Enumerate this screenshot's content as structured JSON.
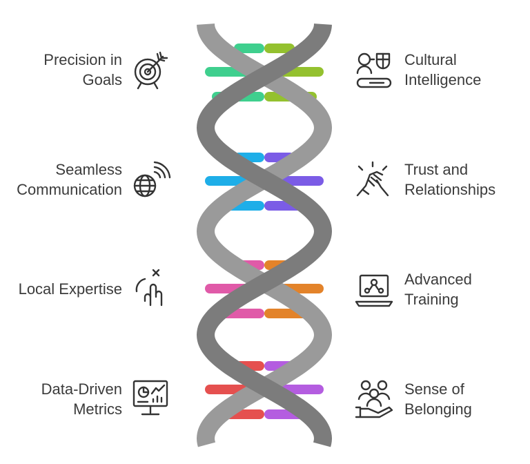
{
  "left_items": [
    {
      "line1": "Precision in",
      "line2": "Goals",
      "icon": "target-arrow-icon"
    },
    {
      "line1": "Seamless",
      "line2": "Communication",
      "icon": "globe-signal-icon"
    },
    {
      "line1": "Local Expertise",
      "line2": "",
      "icon": "hand-pointer-icon"
    },
    {
      "line1": "Data-Driven",
      "line2": "Metrics",
      "icon": "dashboard-monitor-icon"
    }
  ],
  "right_items": [
    {
      "line1": "Cultural",
      "line2": "Intelligence",
      "icon": "culture-people-icon"
    },
    {
      "line1": "Trust and",
      "line2": "Relationships",
      "icon": "handshake-icon"
    },
    {
      "line1": "Advanced",
      "line2": "Training",
      "icon": "laptop-training-icon"
    },
    {
      "line1": "Sense of",
      "line2": "Belonging",
      "icon": "community-hand-icon"
    }
  ],
  "colors": {
    "strand": "#9a9a9a",
    "strand_dark": "#7c7c7c",
    "text": "#3b3b3b",
    "pair1_left": "#3fcf8e",
    "pair1_right": "#94c12f",
    "pair2_left": "#1eaee8",
    "pair2_right": "#7b5ce6",
    "pair3_left": "#e05aa8",
    "pair3_right": "#e3832a",
    "pair4_left": "#e5504f",
    "pair4_right": "#b45de0"
  }
}
